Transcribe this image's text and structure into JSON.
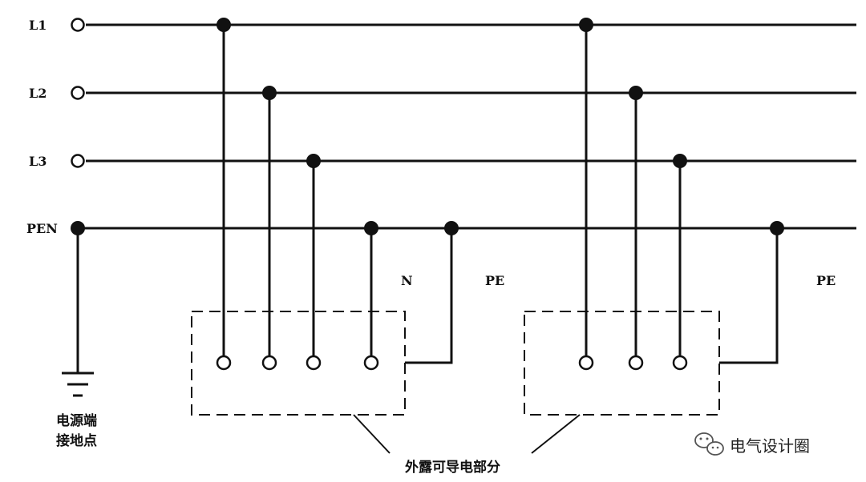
{
  "labels": {
    "l1": "L1",
    "l2": "L2",
    "l3": "L3",
    "pen": "PEN",
    "n": "N",
    "pe_left": "PE",
    "pe_right": "PE",
    "source_ground_line1": "电源端",
    "source_ground_line2": "接地点",
    "exposed_parts": "外露可导电部分"
  },
  "watermark": {
    "text": "电气设计圈",
    "icon": "wechat-icon"
  }
}
